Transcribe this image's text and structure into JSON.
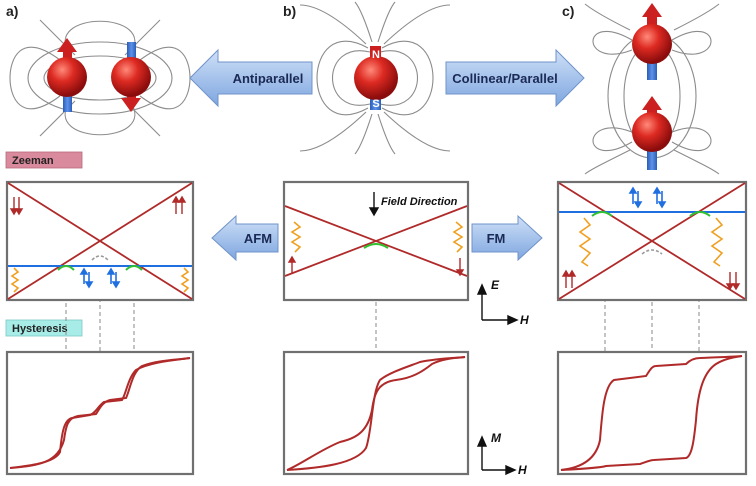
{
  "panel_labels": {
    "a": "a)",
    "b": "b)",
    "c": "c)"
  },
  "arrows": {
    "antiparallel": "Antiparallel",
    "collinear": "Collinear/Parallel",
    "afm": "AFM",
    "fm": "FM"
  },
  "magnet_poles": {
    "north": "N",
    "south": "S"
  },
  "sections": {
    "zeeman": "Zeeman",
    "hysteresis": "Hysteresis"
  },
  "annotations": {
    "field_direction": "Field Direction"
  },
  "axes": {
    "energy": "E",
    "field": "H",
    "magnetization": "M"
  },
  "colors": {
    "sphere": "#cc1f1f",
    "pole_blue": "#3a6fc9",
    "level_line": "#b02a2a",
    "field_level_blue": "#1f6fe0",
    "transition_orange": "#f0a020",
    "tunnel_green": "#30c030",
    "arrow_blue_fill": "#8fb4e8",
    "zeeman_tag": "#d98a9c",
    "hysteresis_tag": "#a8ece8",
    "box_border": "#707070"
  }
}
